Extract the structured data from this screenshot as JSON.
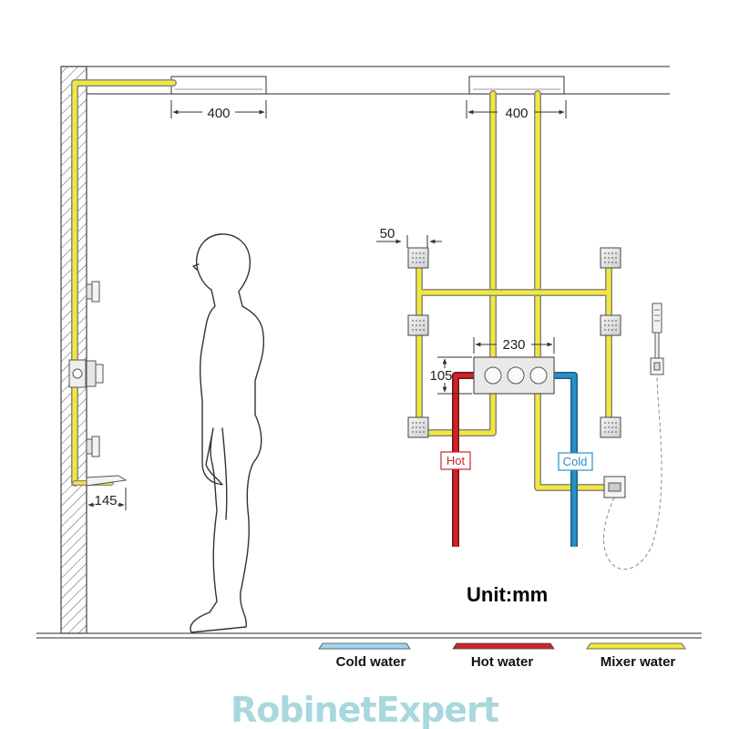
{
  "dimensions": {
    "ceiling_head_left_width": "400",
    "ceiling_head_right_width": "400",
    "body_jet_offset": "50",
    "valve_width": "230",
    "valve_height": "105",
    "spout_projection": "145"
  },
  "pipe_tags": {
    "hot": "Hot",
    "cold": "Cold"
  },
  "unit_label": "Unit:mm",
  "legend": [
    {
      "label": "Cold water",
      "color": "#9ed4ee"
    },
    {
      "label": "Hot water",
      "color": "#c8252b"
    },
    {
      "label": "Mixer water",
      "color": "#f2e83c"
    }
  ],
  "brand": {
    "part1": "Robinet",
    "part2": "Expert"
  },
  "colors": {
    "mixer_pipe": "#f2e83c",
    "hot_pipe": "#c8252b",
    "cold_pipe": "#2a8fc8",
    "brand_color": "#a8d8de"
  },
  "icons": [
    "person-silhouette",
    "thermostatic-valve",
    "body-jet",
    "hand-shower"
  ]
}
